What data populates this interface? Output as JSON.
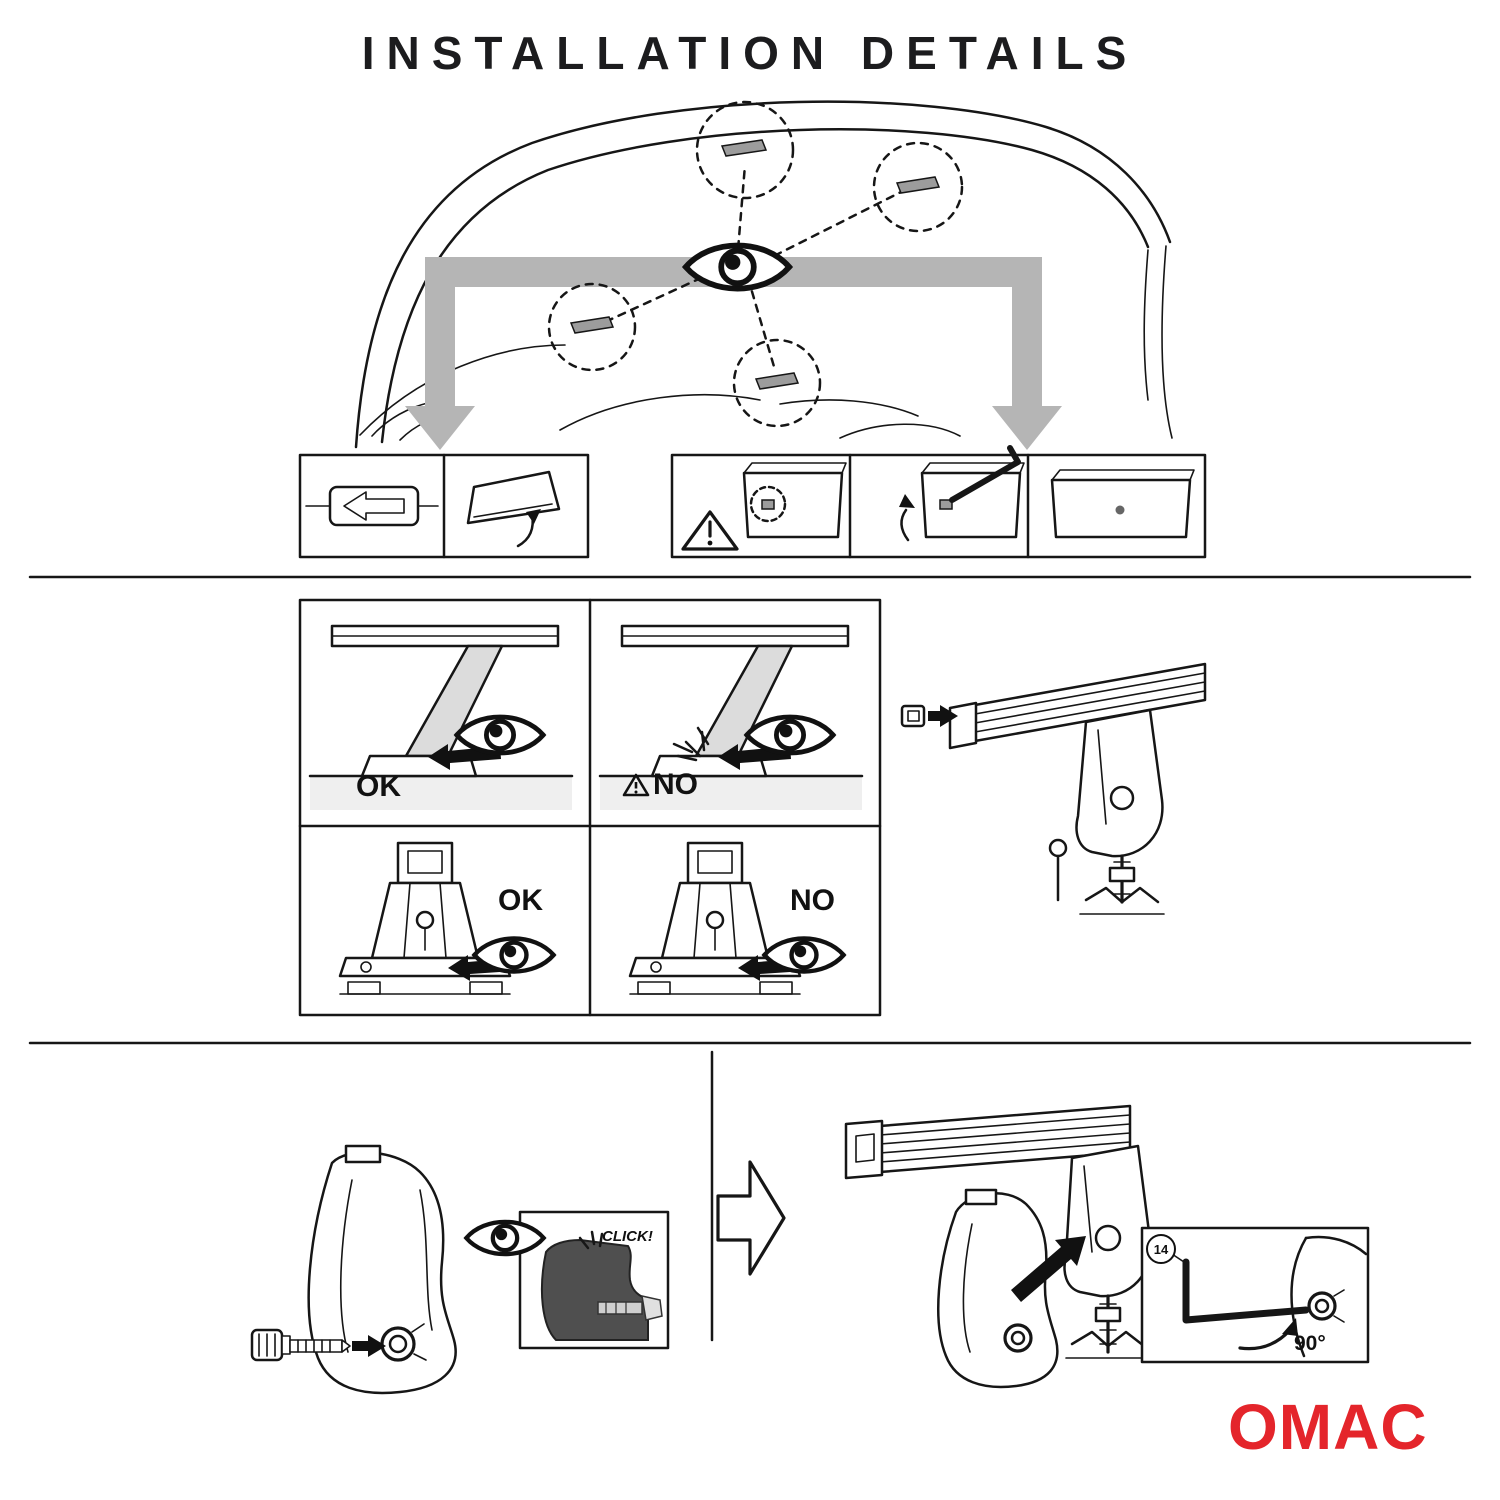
{
  "title": "INSTALLATION DETAILS",
  "comparison": {
    "top_left_label": "OK",
    "top_right_label": "NO",
    "bottom_left_label": "OK",
    "bottom_right_label": "NO"
  },
  "steps": {
    "click_label": "CLICK!",
    "tool_size_label": "14",
    "rotation_label": "90°"
  },
  "brand": {
    "logo_text": "OMAC"
  },
  "colors": {
    "ink": "#161616",
    "guide_gray": "#b5b5b5",
    "shade_gray": "#dcdcdc",
    "brand_red": "#e4252b"
  }
}
